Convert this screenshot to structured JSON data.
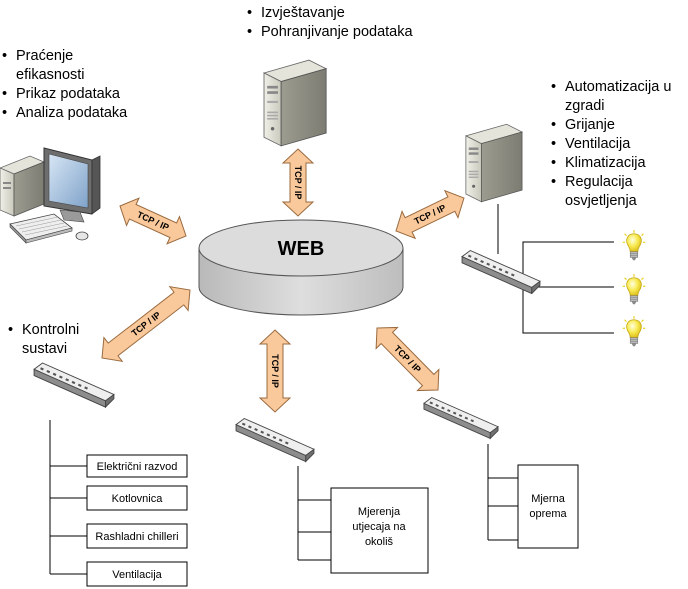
{
  "center": {
    "label": "WEB"
  },
  "protocol_label": "TCP / IP",
  "lists": {
    "top": [
      "Izvještavanje",
      "Pohranjivanje podataka"
    ],
    "left_top": [
      [
        "Praćenje",
        "efikasnosti"
      ],
      [
        "Prikaz podataka"
      ],
      [
        "Analiza podataka"
      ]
    ],
    "right": [
      [
        "Automatizacija u",
        "zgradi"
      ],
      [
        "Grijanje"
      ],
      [
        "Ventilacija"
      ],
      [
        "Klimatizacija"
      ],
      [
        "Regulacija",
        "osvjetljenja"
      ]
    ],
    "left_mid": [
      [
        "Kontrolni",
        "sustavi"
      ]
    ]
  },
  "boxes": {
    "control": [
      "Električni razvod",
      "Kotlovnica",
      "Rashladni chilleri",
      "Ventilacija"
    ],
    "environment": [
      "Mjerenja",
      "utjecaja na",
      "okoliš"
    ],
    "equipment": [
      "Mjerna",
      "oprema"
    ]
  },
  "colors": {
    "arrow_fill": "#f9c89b",
    "arrow_stroke": "#9a6b3f",
    "cylinder_fill": "#d0d0d0",
    "device_fill": "#d8d8d8",
    "bulb": "#f5e33b"
  },
  "icons": [
    "server-icon",
    "desktop-computer-icon",
    "network-switch-icon",
    "light-bulb-icon"
  ]
}
